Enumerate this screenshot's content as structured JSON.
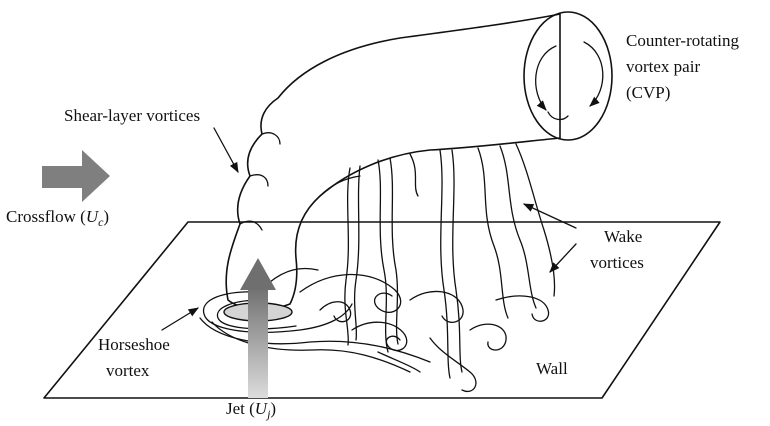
{
  "labels": {
    "cvp_line1": "Counter-rotating",
    "cvp_line2": "vortex pair",
    "cvp_line3": "(CVP)",
    "shear_layer": "Shear-layer vortices",
    "crossflow_text": "Crossflow (",
    "crossflow_var": "U",
    "crossflow_sub": "c",
    "crossflow_close": ")",
    "wake_line1": "Wake",
    "wake_line2": "vortices",
    "horseshoe_line1": "Horseshoe",
    "horseshoe_line2": "vortex",
    "wall": "Wall",
    "jet_text": "Jet (",
    "jet_var": "U",
    "jet_sub": "j",
    "jet_close": ")"
  },
  "colors": {
    "crossflow_arrow": "#7f7f7f",
    "jet_arrow_top": "#6f6f6f",
    "jet_arrow_bottom": "#d9d9d9",
    "jet_orifice": "#d4d4d4",
    "line": "#111111"
  }
}
